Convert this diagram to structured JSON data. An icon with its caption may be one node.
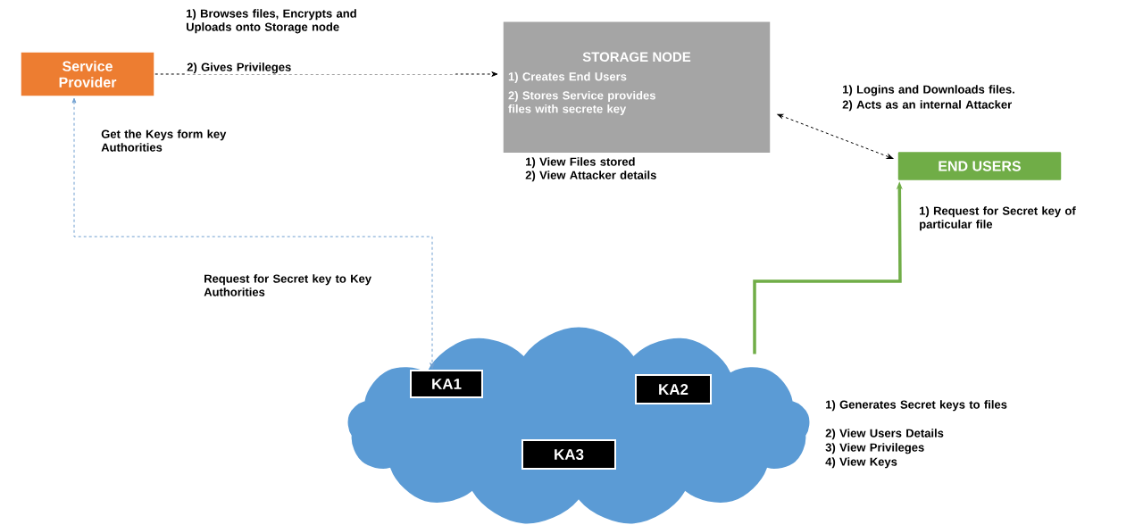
{
  "diagram": {
    "nodes": [
      {
        "text": [
          "Service Provider"
        ]
      },
      {
        "text": [
          "STORAGE NODE",
          "1) Creates End Users",
          "2) Stores Service provides files with secrete key"
        ],
        "beside": [
          "1) View Files stored",
          "2) View Attacker details"
        ]
      },
      {
        "text": [
          "END USERS"
        ]
      },
      {
        "text": [],
        "shape": "cloud",
        "beside": [
          "1)  Generates Secret keys to files",
          "2) View Users Details",
          "3) View Privileges",
          "4) View Keys"
        ]
      },
      {
        "text": [
          "KA1"
        ],
        "in": 3
      },
      {
        "text": [
          "KA2"
        ],
        "in": 3
      },
      {
        "text": [
          "KA3"
        ],
        "in": 3
      }
    ],
    "edges": [
      {
        "from": 0,
        "to": 1,
        "arrow": "to",
        "style": "dashed",
        "label": "2) Gives Privileges"
      },
      {
        "from": 1,
        "to": 2,
        "arrow": "both",
        "style": "dashed",
        "label": "1) Logins and Downloads files."
      },
      {
        "from": 0,
        "to": 4,
        "arrow": "both",
        "style": "dashed",
        "color": "#6f9fd0",
        "label": "Get the Keys form key Authorities"
      },
      {
        "from": 3,
        "to": 2,
        "arrow": "to",
        "style": "thick",
        "color": "#70ad47",
        "label": "1) Request for Secret key of particular file"
      }
    ],
    "labels": [
      "1) Browses files, Encrypts and Uploads onto Storage node",
      "2) Acts as an internal Attacker",
      "Request for Secret key to Key Authorities"
    ]
  }
}
